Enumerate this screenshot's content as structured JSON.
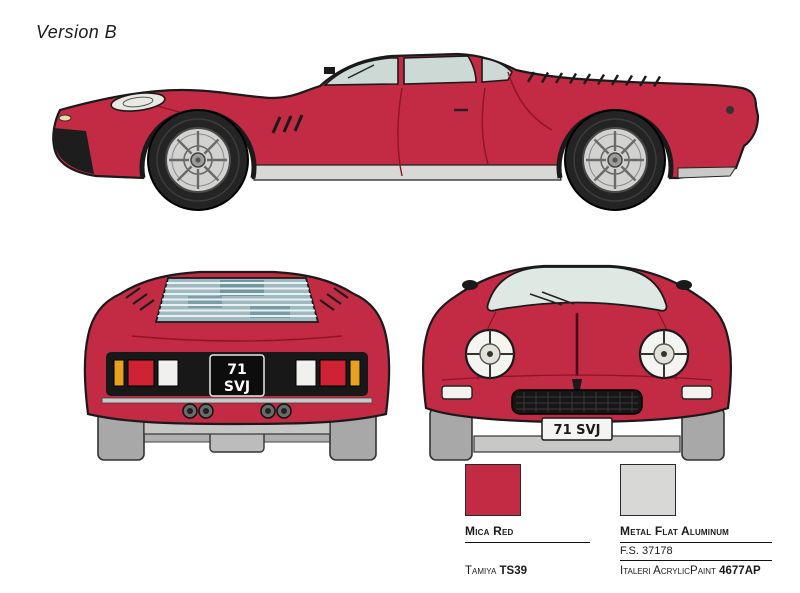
{
  "title": "Version B",
  "vehicle": "red sports car three-view paint guide",
  "license_plate": {
    "rear_line1": "71",
    "rear_line2": "SVJ",
    "front": "71 SVJ"
  },
  "paints": [
    {
      "name": "Mica Red",
      "fs": "",
      "brand_prefix": "Tamiya ",
      "brand_bold": "TS39",
      "color": "#c32a44"
    },
    {
      "name": "Metal Flat Aluminum",
      "fs": "F.S. 37178",
      "brand_prefix": "Italeri AcrylicPaint ",
      "brand_bold": "4677AP",
      "color": "#d8d8d6"
    }
  ]
}
